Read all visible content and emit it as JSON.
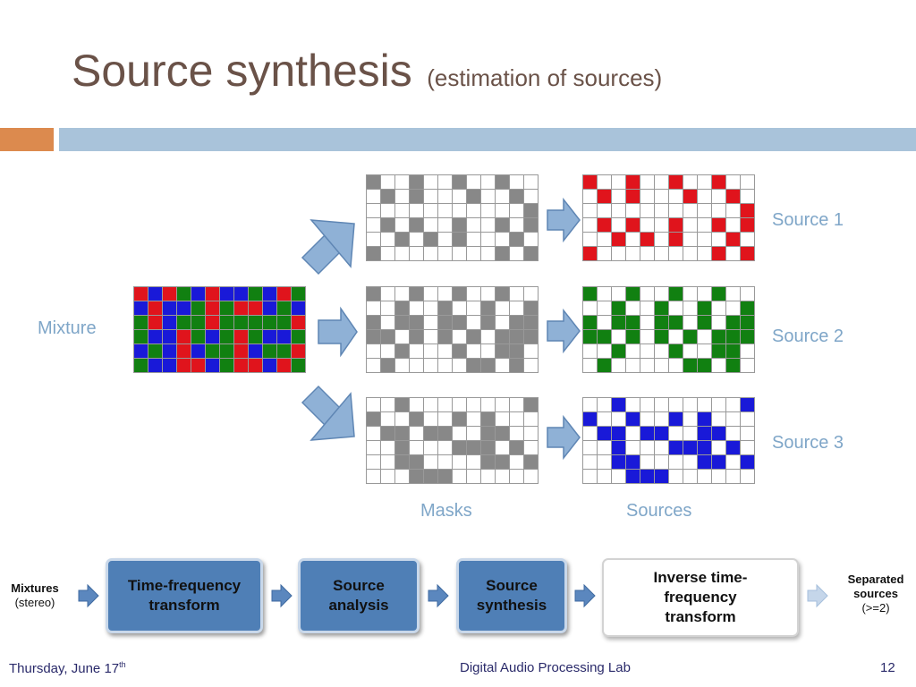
{
  "slide": {
    "title_main": "Source synthesis",
    "title_sub": "(estimation of sources)"
  },
  "diagram": {
    "mixture_label": "Mixture",
    "masks_label": "Masks",
    "sources_label": "Sources",
    "source_labels": [
      "Source 1",
      "Source 2",
      "Source 3"
    ],
    "colors": {
      "red": "#e0141c",
      "green": "#118011",
      "blue": "#1919d8",
      "mask": "#888888",
      "arrow_fill": "#8fb1d6",
      "arrow_stroke": "#5f86b4"
    },
    "cell_color_code": {
      "0": "white",
      "1": "mask gray / red",
      "2": "green",
      "3": "blue"
    },
    "mixture_grid": [
      "131231332312",
      "313321211323",
      "213221222221",
      "233123212332",
      "323132213221",
      "233113211312"
    ],
    "mask_grids": [
      [
        "100100100100",
        "010100010010",
        "000000000001",
        "010100100101",
        "001010100010",
        "100000000101"
      ],
      [
        "100100100100",
        "001001001001",
        "101101101011",
        "110101010111",
        "001000100110",
        "010000011010"
      ],
      [
        "001000000001",
        "100100101000",
        "011011001100",
        "001000111010",
        "001100001101",
        "000111000000"
      ]
    ]
  },
  "pipeline": {
    "input": {
      "label": "Mixtures",
      "sub": "(stereo)"
    },
    "steps": [
      {
        "text": "Time-frequency transform"
      },
      {
        "text": "Source analysis"
      },
      {
        "text": "Source synthesis"
      },
      {
        "text": "Inverse time-frequency transform"
      }
    ],
    "output": {
      "label": "Separated sources",
      "sub": "(>=2)"
    },
    "box_color": "#4f7fb6"
  },
  "footer": {
    "date": "Thursday, June 17",
    "date_sup": "th",
    "center": "Digital Audio Processing Lab",
    "page": "12"
  }
}
